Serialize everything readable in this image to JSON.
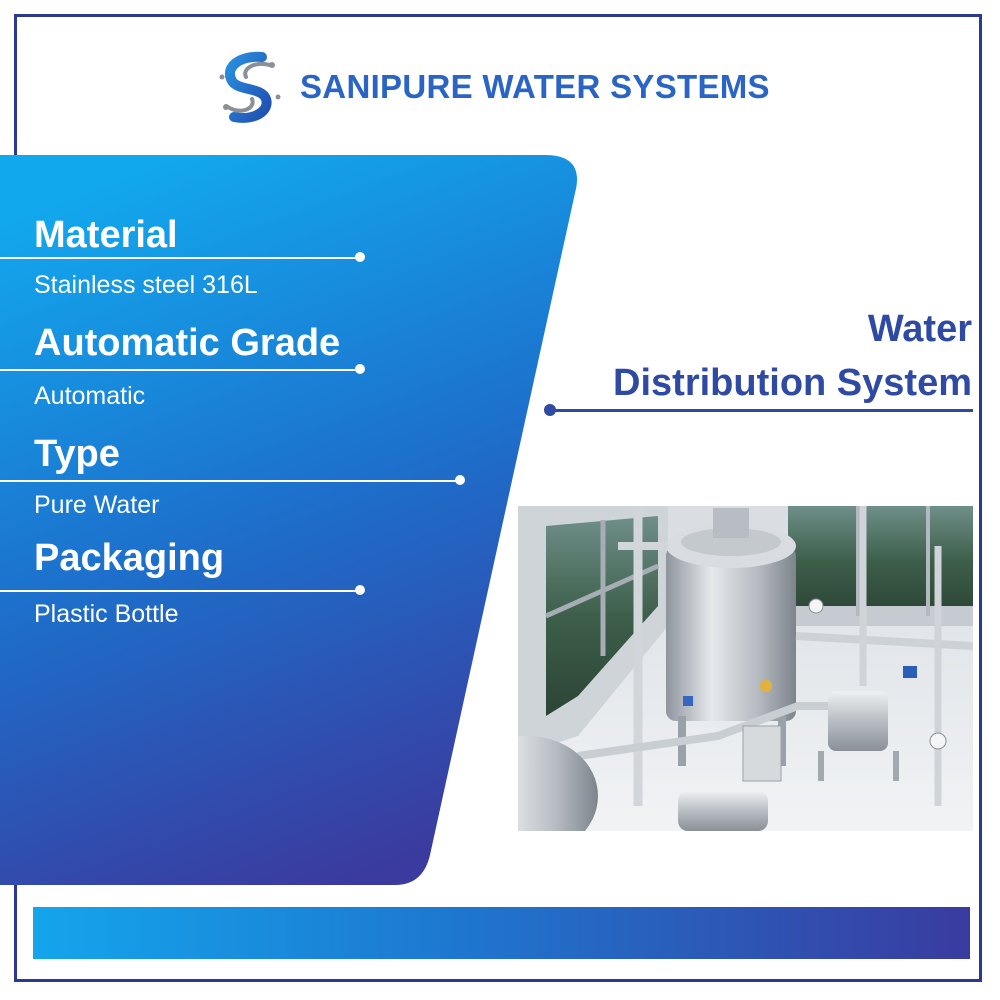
{
  "brand": {
    "name": "SANIPURE WATER SYSTEMS",
    "logo_icon": "swirl-s-logo-icon",
    "colors": {
      "primary": "#2a64c4",
      "dark": "#2e4aa3",
      "gradient_start": "#12a8ee",
      "gradient_end": "#3b3a9e"
    }
  },
  "specs": [
    {
      "title": "Material",
      "value": "Stainless steel 316L"
    },
    {
      "title": "Automatic Grade",
      "value": "Automatic"
    },
    {
      "title": "Type",
      "value": "Pure Water"
    },
    {
      "title": "Packaging",
      "value": "Plastic Bottle"
    }
  ],
  "product": {
    "title_line1": "Water",
    "title_line2": "Distribution System",
    "image_icon": "industrial-water-plant-photo"
  }
}
